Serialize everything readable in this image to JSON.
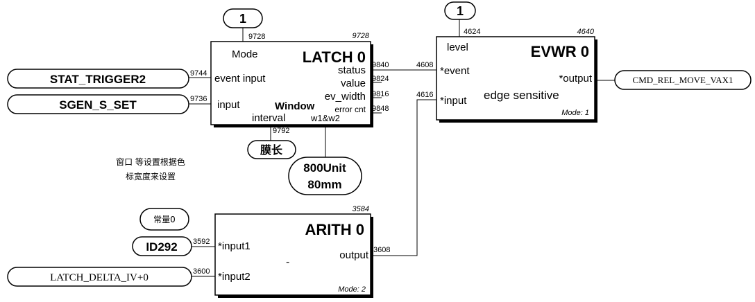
{
  "blocks": {
    "latch": {
      "id": "9728",
      "title": "LATCH 0",
      "mode_label": "Mode",
      "mode_pin": "9728",
      "inputs": [
        {
          "label": "event input",
          "pin": "9744"
        },
        {
          "label": "input",
          "pin": "9736"
        }
      ],
      "outputs": [
        {
          "label": "status",
          "pin": "9840"
        },
        {
          "label": "value",
          "pin": "9824"
        },
        {
          "label": "ev_width",
          "pin": "9816"
        },
        {
          "label": "error cnt",
          "pin": "9848"
        }
      ],
      "window_label": "Window",
      "window_sub": "w1&w2",
      "interval_label": "interval",
      "interval_pin": "9792"
    },
    "evwr": {
      "id": "4640",
      "title": "EVWR 0",
      "level_label": "level",
      "level_pin": "4624",
      "inputs": [
        {
          "label": "*event",
          "pin": "4608"
        },
        {
          "label": "*input",
          "pin": "4616"
        }
      ],
      "output_label": "*output",
      "center_text": "edge sensitive",
      "mode_text": "Mode:  1"
    },
    "arith": {
      "id": "3584",
      "title": "ARITH 0",
      "inputs": [
        {
          "label": "*input1",
          "pin": "3592"
        },
        {
          "label": "*input2",
          "pin": "3600"
        }
      ],
      "output_label": "output",
      "output_pin": "3608",
      "op_symbol": "-",
      "mode_text": "Mode:  2"
    }
  },
  "terminals": {
    "latch_mode_const": "1",
    "evwr_level_const": "1",
    "stat_trigger": "STAT_TRIGGER2",
    "sgen_set": "SGEN_S_SET",
    "interval_film": "膜长",
    "window_value_line1": "800Unit",
    "window_value_line2": "80mm",
    "cmd_output": "CMD_REL_MOVE_VAX1",
    "const_zero": "常量0",
    "id292": "ID292",
    "latch_delta": "LATCH_DELTA_IV+0"
  },
  "note": {
    "line1": "窗口 等设置根据色",
    "line2": "标宽度来设置"
  }
}
